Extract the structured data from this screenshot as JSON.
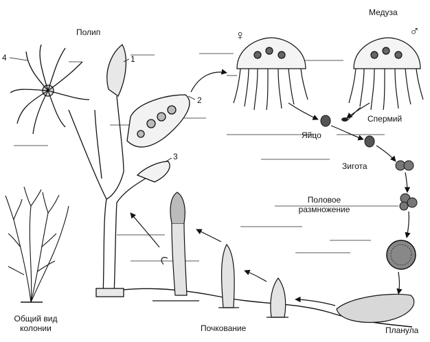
{
  "labels": {
    "polyp": "Полип",
    "medusa": "Медуза",
    "egg": "Яйцо",
    "sperm": "Спермий",
    "zygote": "Зигота",
    "sexual_reproduction_line1": "Половое",
    "sexual_reproduction_line2": "размножение",
    "planula": "Планула",
    "budding": "Почкование",
    "colony_line1": "Общий вид",
    "colony_line2": "колонии"
  },
  "numbers": [
    "1",
    "2",
    "3",
    "4"
  ],
  "symbols": {
    "female": "♀",
    "male": "♂"
  }
}
